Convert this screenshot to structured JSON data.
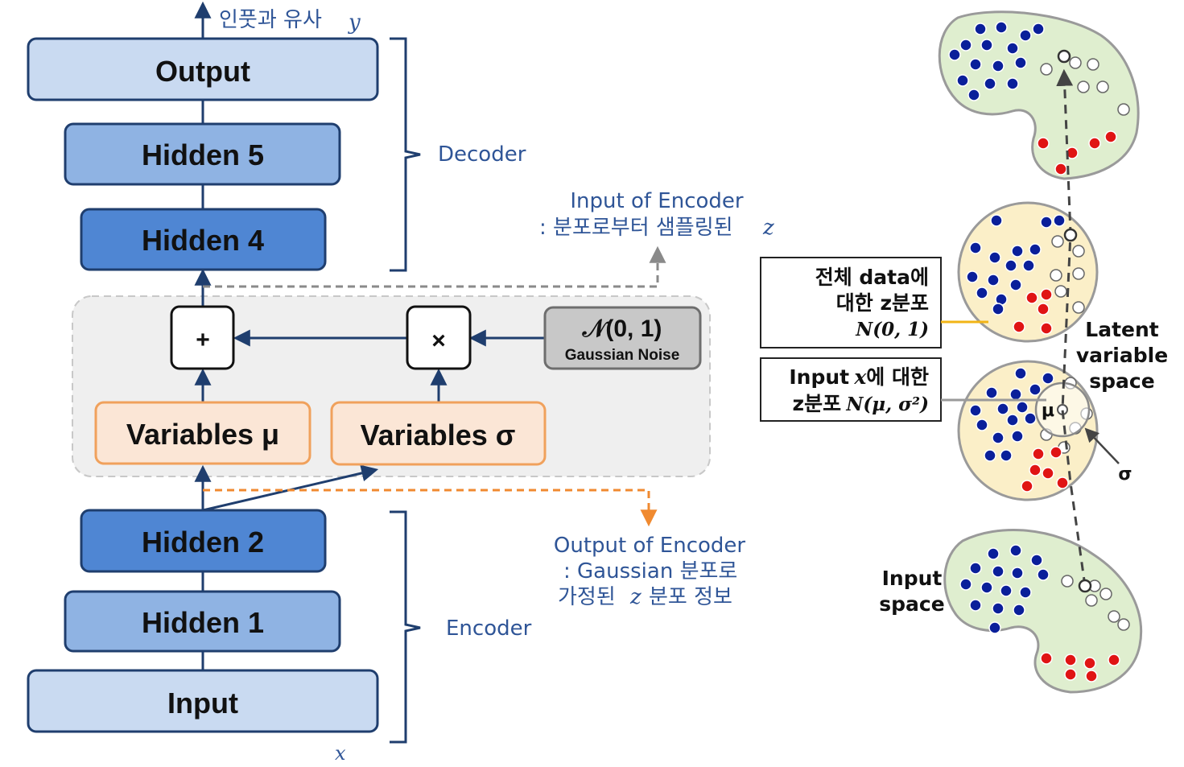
{
  "colors": {
    "light_box": "#c9daf1",
    "mid_box": "#8fb3e3",
    "dark_box": "#4f86d3",
    "box_border": "#1f3e6e",
    "variable_fill": "#fbe6d6",
    "variable_border": "#f0a15c",
    "arrow": "#1f3e6e",
    "decoder_dash": "#8a8a8a",
    "encoder_dash": "#f08a30",
    "annotation_text": "#2f5597",
    "green_region": "#dfeecf",
    "circle_fill": "#fbefc8",
    "blue_dot": "#0a1f9a",
    "red_dot": "#e01414",
    "yellow_link": "#f2b416"
  },
  "network": {
    "output_label": "Output",
    "hidden5_label": "Hidden 5",
    "hidden4_label": "Hidden 4",
    "hidden2_label": "Hidden 2",
    "hidden1_label": "Hidden 1",
    "input_label": "Input",
    "var_mu_label": "Variables μ",
    "var_sigma_label": "Variables σ",
    "plus_symbol": "+",
    "times_symbol": "×",
    "noise_main": "𝒩(0, 1)",
    "noise_sub": "Gaussian Noise"
  },
  "annotations": {
    "top_output_text": "인풋과 유사",
    "top_output_var": "y",
    "bottom_input_var": "x",
    "decoder_label": "Decoder",
    "encoder_label": "Encoder",
    "input_of_encoder_line1": "Input of Encoder",
    "input_of_encoder_line2": ": 분포로부터 샘플링된",
    "input_of_encoder_var": "z",
    "output_of_encoder_line1": "Output of Encoder",
    "output_of_encoder_line2": ": Gaussian 분포로",
    "output_of_encoder_line3_a": "가정된",
    "output_of_encoder_line3_var": "z",
    "output_of_encoder_line3_b": "분포 정보"
  },
  "latent": {
    "box1_line1": "전체 data에",
    "box1_line2": "대한 z분포",
    "box1_formula": "N(0, 1)",
    "box2_line1_a": "Input",
    "box2_line1_var": "x",
    "box2_line1_b": "에 대한",
    "box2_line2_a": "z분포",
    "box2_formula": "N(μ, σ²)",
    "latent_line1": "Latent",
    "latent_line2": "variable",
    "latent_line3": "space",
    "input_space_line1": "Input",
    "input_space_line2": "space",
    "mu_symbol": "μ",
    "sigma_symbol": "σ"
  }
}
